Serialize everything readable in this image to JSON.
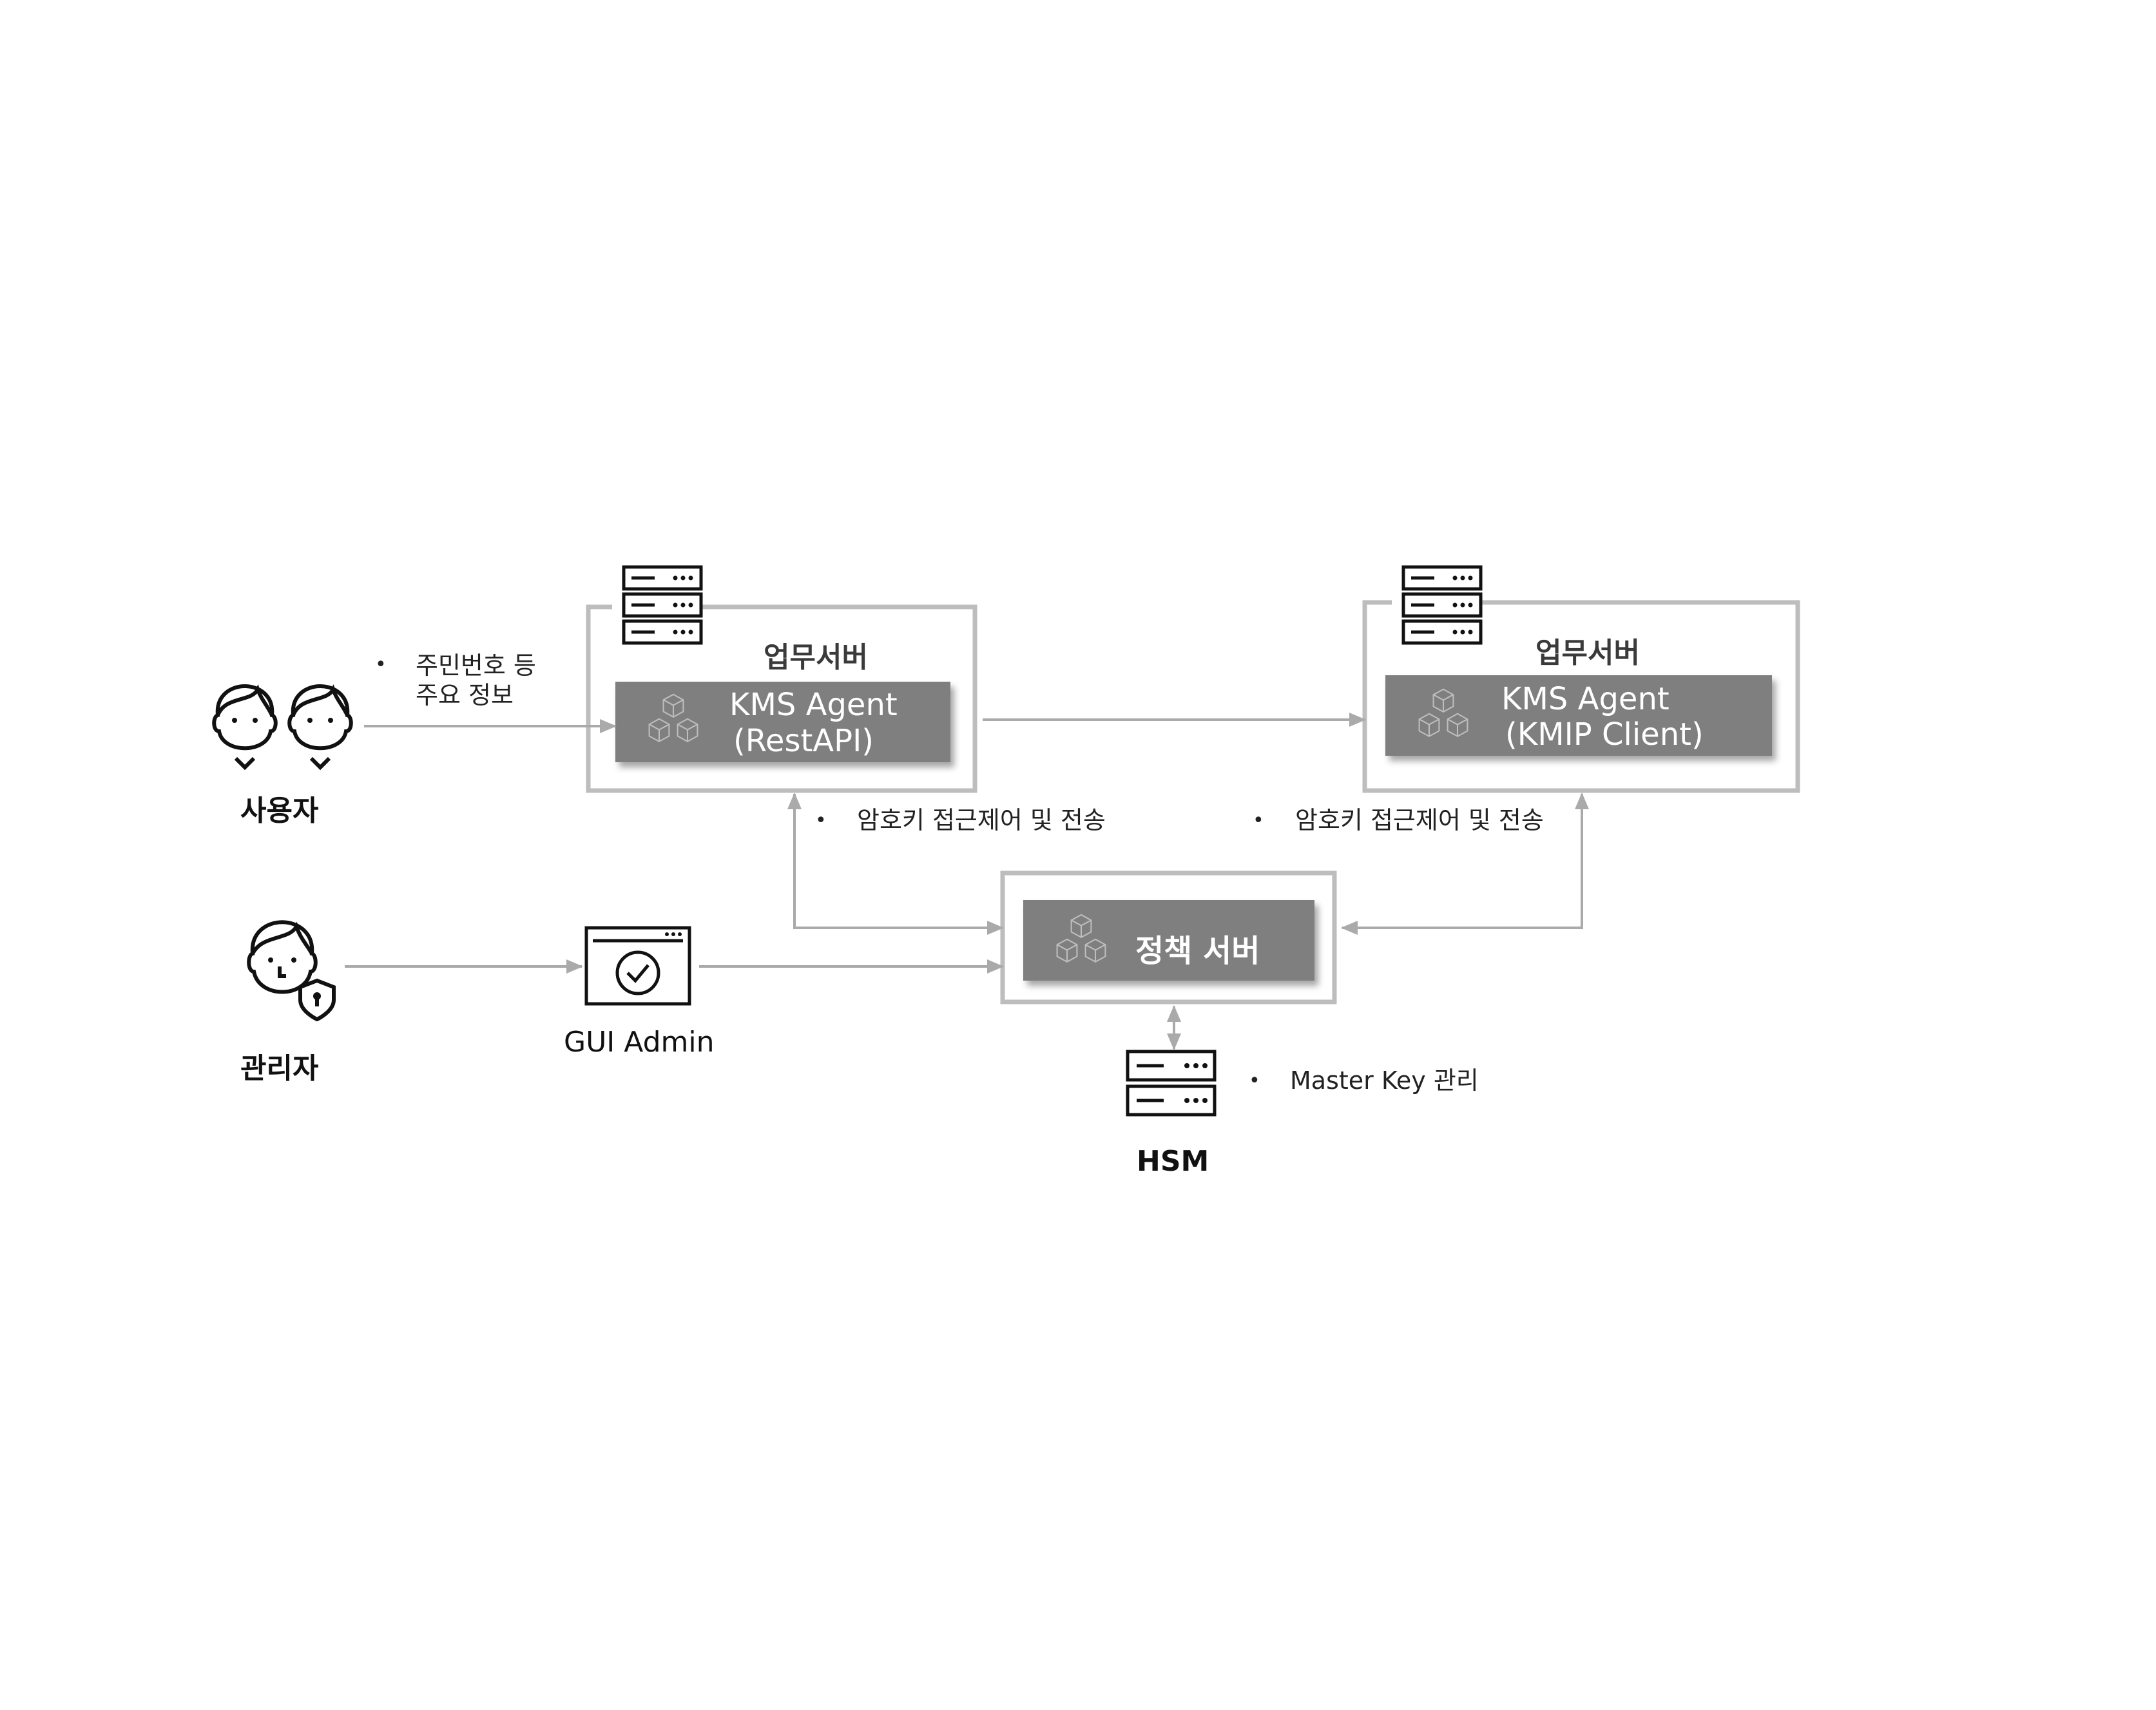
{
  "users": {
    "label": "사용자",
    "note": [
      "주민번호 등",
      "주요 정보"
    ]
  },
  "admin": {
    "label": "관리자"
  },
  "gui_admin": {
    "label": "GUI Admin"
  },
  "server_left": {
    "title": "업무서버",
    "agent_lines": [
      "KMS Agent",
      "(RestAPI)"
    ]
  },
  "server_right": {
    "title": "업무서버",
    "agent_lines": [
      "KMS Agent",
      "(KMIP Client)"
    ]
  },
  "policy_server": {
    "label": "정책 서버"
  },
  "hsm": {
    "label": "HSM",
    "note": "Master Key 관리"
  },
  "notes": {
    "left_key": "암호키 접근제어 및 전송",
    "right_key": "암호키 접근제어 및 전송"
  },
  "bullet_char": "•",
  "colors": {
    "frame": "#bdbdbd",
    "box_fill": "#7f7f7f",
    "arrow": "#aaaaaa",
    "icon": "#111111"
  }
}
